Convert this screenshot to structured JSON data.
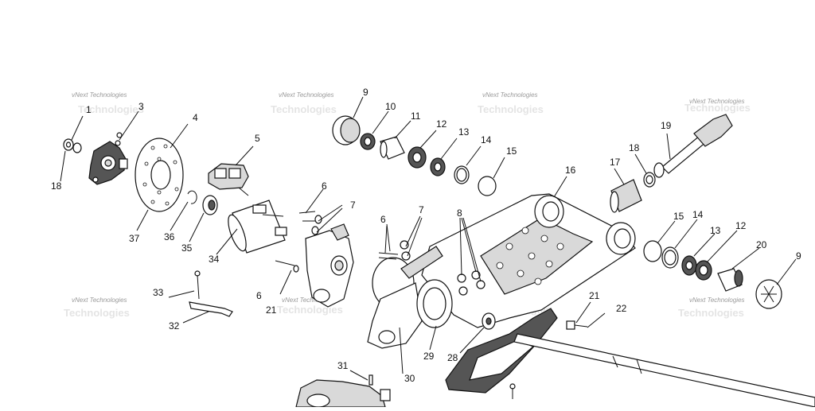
{
  "labels": [
    "1",
    "3",
    "4",
    "5",
    "9",
    "10",
    "11",
    "12",
    "13",
    "14",
    "15",
    "16",
    "17",
    "18",
    "19",
    "6",
    "7",
    "8",
    "36",
    "35",
    "34",
    "33",
    "32",
    "21",
    "22",
    "20",
    "31",
    "30",
    "29",
    "28",
    "37"
  ],
  "watermark": {
    "line1": "vNext Technologies",
    "line2": "Technologies"
  }
}
